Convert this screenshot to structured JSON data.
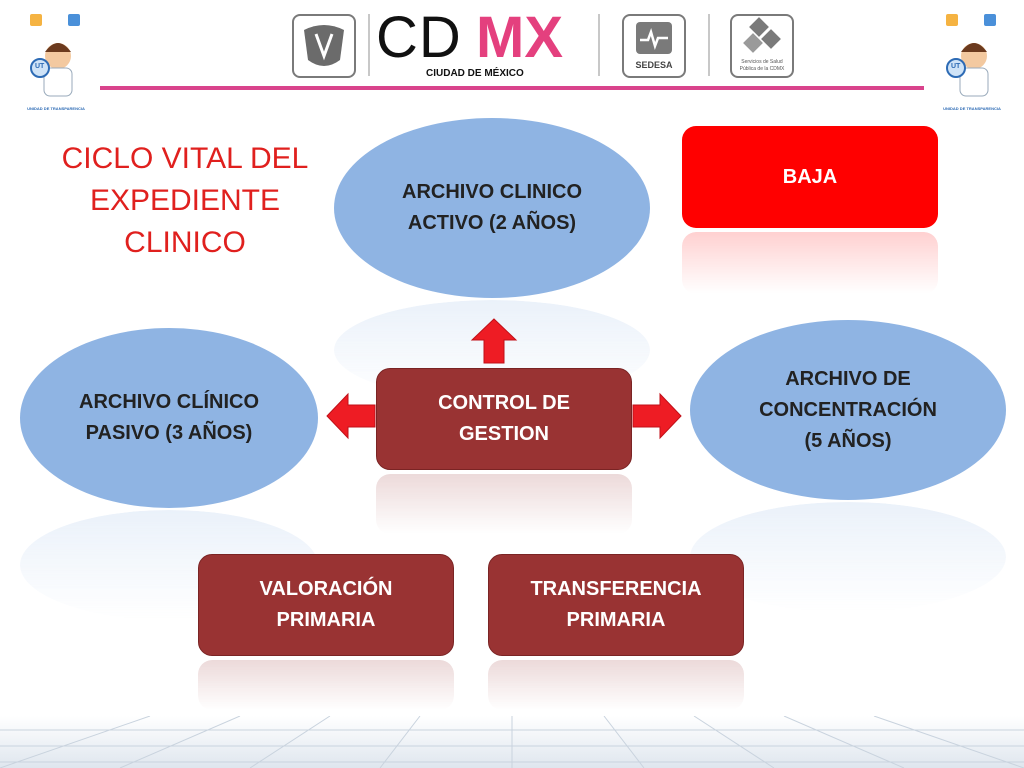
{
  "header": {
    "brand_cd": "CD",
    "brand_mx": "MX",
    "brand_subtitle": "CIUDAD DE MÉXICO",
    "sedesa_label": "SEDESA",
    "servicios_label_1": "Servicios de Salud",
    "servicios_label_2": "Pública de la CDMX",
    "transparencia_label": "UNIDAD DE TRANSPARENCIA",
    "ut_badge": "UT"
  },
  "title": {
    "line1": "CICLO VITAL DEL",
    "line2": "EXPEDIENTE",
    "line3": "CLINICO"
  },
  "diagram": {
    "activo": {
      "line1": "ARCHIVO CLINICO",
      "line2": "ACTIVO (2 AÑOS)"
    },
    "baja": {
      "label": "BAJA"
    },
    "pasivo": {
      "line1": "ARCHIVO CLÍNICO",
      "line2": "PASIVO (3 AÑOS)"
    },
    "control": {
      "line1": "CONTROL DE",
      "line2": "GESTION"
    },
    "concentracion": {
      "line1": "ARCHIVO DE",
      "line2": "CONCENTRACIÓN",
      "line3": "(5 AÑOS)"
    },
    "valoracion": {
      "line1": "VALORACIÓN",
      "line2": "PRIMARIA"
    },
    "transferencia": {
      "line1": "TRANSFERENCIA",
      "line2": "PRIMARIA"
    }
  },
  "colors": {
    "ellipse": "#8fb4e3",
    "box": "#993333",
    "baja": "#ff0000",
    "arrow": "#ee1c24",
    "title": "#e0201e",
    "accent": "#d9438c"
  }
}
